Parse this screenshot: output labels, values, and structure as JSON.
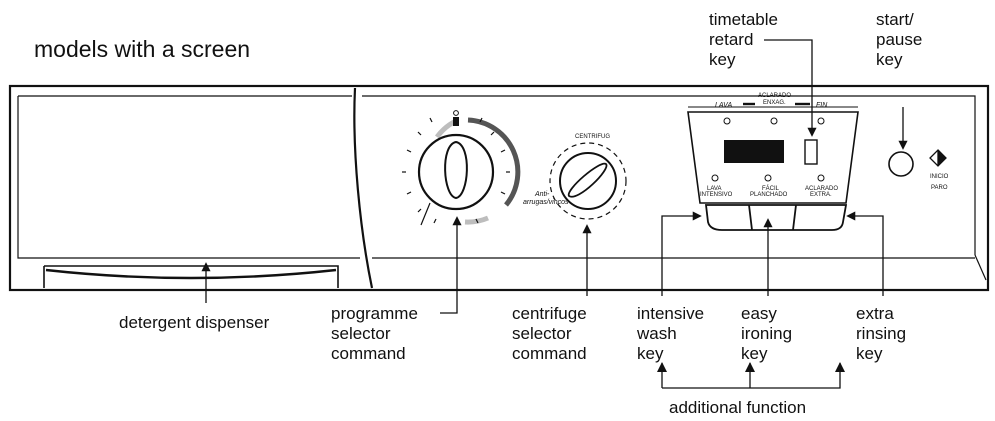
{
  "title": "models with a screen",
  "callouts": {
    "timetable": [
      "timetable",
      "retard",
      "key"
    ],
    "start": [
      "start/",
      "pause",
      "key"
    ],
    "detergent": [
      "detergent dispenser"
    ],
    "programme": [
      "programme",
      "selector",
      "command"
    ],
    "centrifuge": [
      "centrifuge",
      "selector",
      "command"
    ],
    "intensive": [
      "intensive",
      "wash",
      "key"
    ],
    "easy": [
      "easy",
      "ironing",
      "key"
    ],
    "extra": [
      "extra",
      "rinsing",
      "key"
    ],
    "additional": [
      "additional function"
    ]
  },
  "panel_labels": {
    "lava": "LAVA",
    "aclarado_top_1": "ACLARADO",
    "aclarado_top_2": "ENXAG.",
    "fin": "FIN",
    "lava_intensivo_1": "LAVA",
    "lava_intensivo_2": "INTENSIVO",
    "facil_1": "FÁCIL",
    "facil_2": "PLANCHADO",
    "aclarado_extra_1": "ACLARADO",
    "aclarado_extra_2": "EXTRA.",
    "centrifug": "CENTRIFUG",
    "anti_1": "Anti-",
    "anti_2": "arrugas/vincos",
    "inicio": "INICIO",
    "paro": "PARO"
  }
}
